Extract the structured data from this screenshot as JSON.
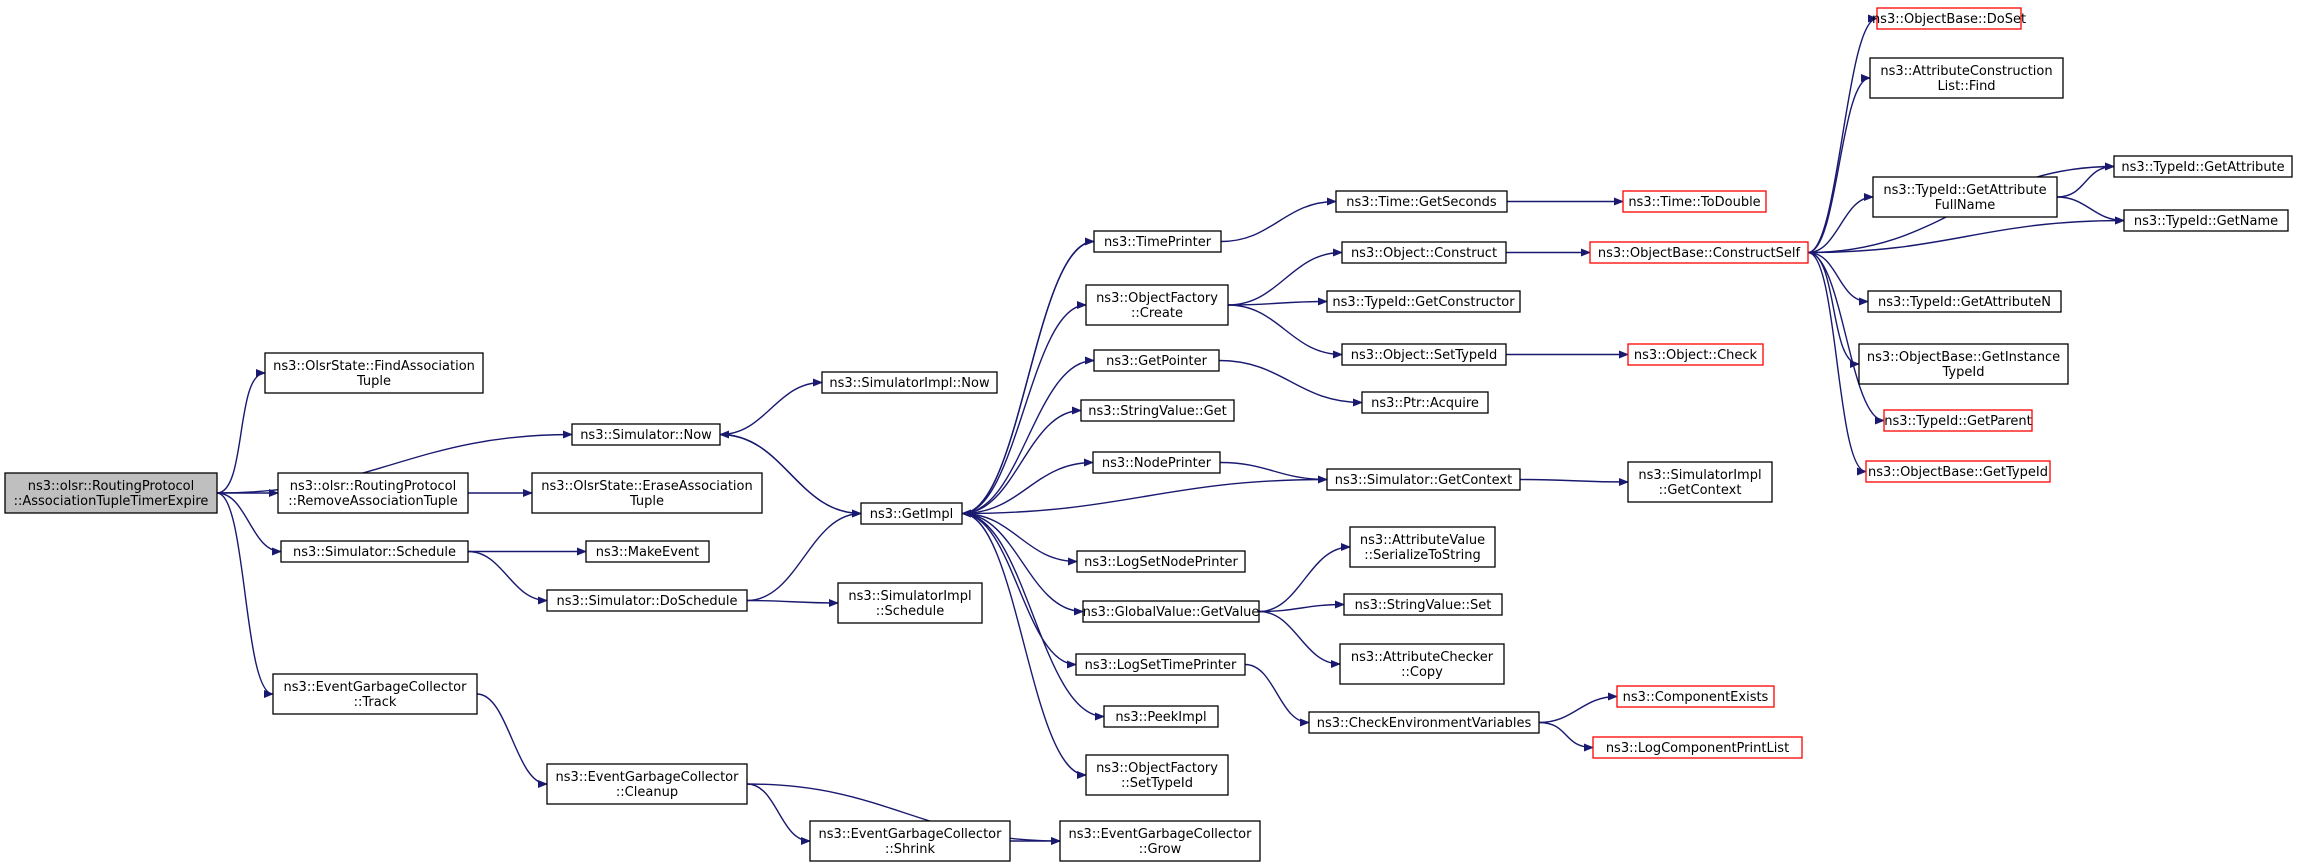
{
  "colors": {
    "edge": "#191970",
    "box_border": "#000000",
    "box_border_link": "#ff0000",
    "box_fill": "#ffffff",
    "root_fill": "#bfbfbf",
    "text": "#000000"
  },
  "nodes": [
    {
      "id": "root",
      "lines": [
        "ns3::olsr::RoutingProtocol",
        "::AssociationTupleTimerExpire"
      ],
      "style": "root"
    },
    {
      "id": "findassoc",
      "lines": [
        "ns3::OlsrState::FindAssociation",
        "Tuple"
      ],
      "style": "normal"
    },
    {
      "id": "simnow",
      "lines": [
        "ns3::Simulator::Now"
      ],
      "style": "normal"
    },
    {
      "id": "removeassoc",
      "lines": [
        "ns3::olsr::RoutingProtocol",
        "::RemoveAssociationTuple"
      ],
      "style": "normal"
    },
    {
      "id": "simschedule",
      "lines": [
        "ns3::Simulator::Schedule"
      ],
      "style": "normal"
    },
    {
      "id": "egctrack",
      "lines": [
        "ns3::EventGarbageCollector",
        "::Track"
      ],
      "style": "normal"
    },
    {
      "id": "simimplnow",
      "lines": [
        "ns3::SimulatorImpl::Now"
      ],
      "style": "normal"
    },
    {
      "id": "eraseassoc",
      "lines": [
        "ns3::OlsrState::EraseAssociation",
        "Tuple"
      ],
      "style": "normal"
    },
    {
      "id": "makeevent",
      "lines": [
        "ns3::MakeEvent"
      ],
      "style": "normal"
    },
    {
      "id": "doschedule",
      "lines": [
        "ns3::Simulator::DoSchedule"
      ],
      "style": "normal"
    },
    {
      "id": "simimplsched",
      "lines": [
        "ns3::SimulatorImpl",
        "::Schedule"
      ],
      "style": "normal"
    },
    {
      "id": "getimpl",
      "lines": [
        "ns3::GetImpl"
      ],
      "style": "normal"
    },
    {
      "id": "egccleanup",
      "lines": [
        "ns3::EventGarbageCollector",
        "::Cleanup"
      ],
      "style": "normal"
    },
    {
      "id": "egcshrink",
      "lines": [
        "ns3::EventGarbageCollector",
        "::Shrink"
      ],
      "style": "normal"
    },
    {
      "id": "egcgrow",
      "lines": [
        "ns3::EventGarbageCollector",
        "::Grow"
      ],
      "style": "normal"
    },
    {
      "id": "timeprinter",
      "lines": [
        "ns3::TimePrinter"
      ],
      "style": "normal"
    },
    {
      "id": "ofcreate",
      "lines": [
        "ns3::ObjectFactory",
        "::Create"
      ],
      "style": "normal"
    },
    {
      "id": "getpointer",
      "lines": [
        "ns3::GetPointer"
      ],
      "style": "normal"
    },
    {
      "id": "svget",
      "lines": [
        "ns3::StringValue::Get"
      ],
      "style": "normal"
    },
    {
      "id": "nodeprinter",
      "lines": [
        "ns3::NodePrinter"
      ],
      "style": "normal"
    },
    {
      "id": "logsetnode",
      "lines": [
        "ns3::LogSetNodePrinter"
      ],
      "style": "normal"
    },
    {
      "id": "gvgetvalue",
      "lines": [
        "ns3::GlobalValue::GetValue"
      ],
      "style": "normal"
    },
    {
      "id": "logsettime",
      "lines": [
        "ns3::LogSetTimePrinter"
      ],
      "style": "normal"
    },
    {
      "id": "peekimpl",
      "lines": [
        "ns3::PeekImpl"
      ],
      "style": "normal"
    },
    {
      "id": "ofsettypeid",
      "lines": [
        "ns3::ObjectFactory",
        "::SetTypeId"
      ],
      "style": "normal"
    },
    {
      "id": "timegetsec",
      "lines": [
        "ns3::Time::GetSeconds"
      ],
      "style": "normal"
    },
    {
      "id": "objconstruct",
      "lines": [
        "ns3::Object::Construct"
      ],
      "style": "normal"
    },
    {
      "id": "tidgetctor",
      "lines": [
        "ns3::TypeId::GetConstructor"
      ],
      "style": "normal"
    },
    {
      "id": "objsettypeid",
      "lines": [
        "ns3::Object::SetTypeId"
      ],
      "style": "normal"
    },
    {
      "id": "ptracquire",
      "lines": [
        "ns3::Ptr::Acquire"
      ],
      "style": "normal"
    },
    {
      "id": "simgetctx",
      "lines": [
        "ns3::Simulator::GetContext"
      ],
      "style": "normal"
    },
    {
      "id": "avserialize",
      "lines": [
        "ns3::AttributeValue",
        "::SerializeToString"
      ],
      "style": "normal"
    },
    {
      "id": "svset",
      "lines": [
        "ns3::StringValue::Set"
      ],
      "style": "normal"
    },
    {
      "id": "accopy",
      "lines": [
        "ns3::AttributeChecker",
        "::Copy"
      ],
      "style": "normal"
    },
    {
      "id": "checkenv",
      "lines": [
        "ns3::CheckEnvironmentVariables"
      ],
      "style": "normal"
    },
    {
      "id": "timetodouble",
      "lines": [
        "ns3::Time::ToDouble"
      ],
      "style": "link"
    },
    {
      "id": "obconstructself",
      "lines": [
        "ns3::ObjectBase::ConstructSelf"
      ],
      "style": "link"
    },
    {
      "id": "objcheck",
      "lines": [
        "ns3::Object::Check"
      ],
      "style": "link"
    },
    {
      "id": "simimplgetctx",
      "lines": [
        "ns3::SimulatorImpl",
        "::GetContext"
      ],
      "style": "normal"
    },
    {
      "id": "compexists",
      "lines": [
        "ns3::ComponentExists"
      ],
      "style": "link"
    },
    {
      "id": "logcompprint",
      "lines": [
        "ns3::LogComponentPrintList"
      ],
      "style": "link"
    },
    {
      "id": "obdoset",
      "lines": [
        "ns3::ObjectBase::DoSet"
      ],
      "style": "link"
    },
    {
      "id": "aclfind",
      "lines": [
        "ns3::AttributeConstruction",
        "List::Find"
      ],
      "style": "normal"
    },
    {
      "id": "tidgetattrfull",
      "lines": [
        "ns3::TypeId::GetAttribute",
        "FullName"
      ],
      "style": "normal"
    },
    {
      "id": "tidgetattrn",
      "lines": [
        "ns3::TypeId::GetAttributeN"
      ],
      "style": "normal"
    },
    {
      "id": "obgetinst",
      "lines": [
        "ns3::ObjectBase::GetInstance",
        "TypeId"
      ],
      "style": "normal"
    },
    {
      "id": "tidgetparent",
      "lines": [
        "ns3::TypeId::GetParent"
      ],
      "style": "link"
    },
    {
      "id": "obgettypeid",
      "lines": [
        "ns3::ObjectBase::GetTypeId"
      ],
      "style": "link"
    },
    {
      "id": "tidgetattr",
      "lines": [
        "ns3::TypeId::GetAttribute"
      ],
      "style": "normal"
    },
    {
      "id": "tidgetname",
      "lines": [
        "ns3::TypeId::GetName"
      ],
      "style": "normal"
    }
  ],
  "edges": [
    [
      "root",
      "findassoc"
    ],
    [
      "root",
      "simnow"
    ],
    [
      "root",
      "removeassoc"
    ],
    [
      "root",
      "simschedule"
    ],
    [
      "root",
      "egctrack"
    ],
    [
      "simnow",
      "simimplnow"
    ],
    [
      "simnow",
      "getimpl"
    ],
    [
      "removeassoc",
      "eraseassoc"
    ],
    [
      "simschedule",
      "makeevent"
    ],
    [
      "simschedule",
      "doschedule"
    ],
    [
      "doschedule",
      "getimpl"
    ],
    [
      "doschedule",
      "simimplsched"
    ],
    [
      "egctrack",
      "egccleanup"
    ],
    [
      "egccleanup",
      "egcshrink"
    ],
    [
      "egccleanup",
      "egcgrow"
    ],
    [
      "egcshrink",
      "egcgrow"
    ],
    [
      "getimpl",
      "simnow"
    ],
    [
      "getimpl",
      "timeprinter"
    ],
    [
      "getimpl",
      "ofcreate"
    ],
    [
      "getimpl",
      "getpointer"
    ],
    [
      "getimpl",
      "svget"
    ],
    [
      "getimpl",
      "nodeprinter"
    ],
    [
      "getimpl",
      "logsetnode"
    ],
    [
      "getimpl",
      "gvgetvalue"
    ],
    [
      "getimpl",
      "logsettime"
    ],
    [
      "getimpl",
      "peekimpl"
    ],
    [
      "getimpl",
      "ofsettypeid"
    ],
    [
      "timeprinter",
      "getimpl"
    ],
    [
      "timeprinter",
      "timegetsec"
    ],
    [
      "timegetsec",
      "timetodouble"
    ],
    [
      "ofcreate",
      "objconstruct"
    ],
    [
      "ofcreate",
      "tidgetctor"
    ],
    [
      "ofcreate",
      "objsettypeid"
    ],
    [
      "objconstruct",
      "obconstructself"
    ],
    [
      "objsettypeid",
      "objcheck"
    ],
    [
      "getpointer",
      "ptracquire"
    ],
    [
      "nodeprinter",
      "simgetctx"
    ],
    [
      "simgetctx",
      "getimpl"
    ],
    [
      "simgetctx",
      "simimplgetctx"
    ],
    [
      "gvgetvalue",
      "avserialize"
    ],
    [
      "gvgetvalue",
      "svset"
    ],
    [
      "gvgetvalue",
      "accopy"
    ],
    [
      "logsettime",
      "checkenv"
    ],
    [
      "checkenv",
      "compexists"
    ],
    [
      "checkenv",
      "logcompprint"
    ],
    [
      "obconstructself",
      "obdoset"
    ],
    [
      "obconstructself",
      "aclfind"
    ],
    [
      "obconstructself",
      "tidgetattrfull"
    ],
    [
      "obconstructself",
      "tidgetattr"
    ],
    [
      "obconstructself",
      "tidgetname"
    ],
    [
      "obconstructself",
      "tidgetattrn"
    ],
    [
      "obconstructself",
      "obgetinst"
    ],
    [
      "obconstructself",
      "tidgetparent"
    ],
    [
      "obconstructself",
      "obgettypeid"
    ],
    [
      "tidgetattrfull",
      "tidgetattr"
    ],
    [
      "tidgetattrfull",
      "tidgetname"
    ]
  ]
}
